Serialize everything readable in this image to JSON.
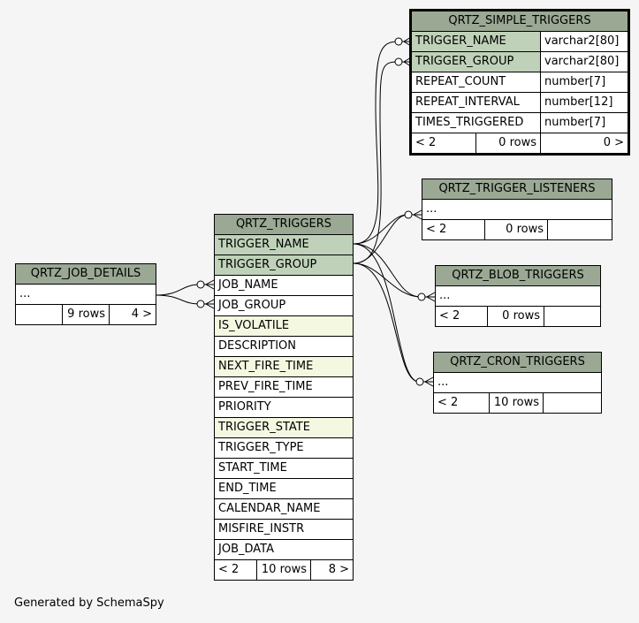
{
  "caption": "Generated by SchemaSpy",
  "tables": {
    "simple": {
      "name": "QRTZ_SIMPLE_TRIGGERS",
      "columns": [
        {
          "name": "TRIGGER_NAME",
          "type": "varchar2[80]"
        },
        {
          "name": "TRIGGER_GROUP",
          "type": "varchar2[80]"
        },
        {
          "name": "REPEAT_COUNT",
          "type": "number[7]"
        },
        {
          "name": "REPEAT_INTERVAL",
          "type": "number[12]"
        },
        {
          "name": "TIMES_TRIGGERED",
          "type": "number[7]"
        }
      ],
      "footer": {
        "parents": "< 2",
        "rows": "0 rows",
        "children": "0 >"
      }
    },
    "listeners": {
      "name": "QRTZ_TRIGGER_LISTENERS",
      "ellipsis": "...",
      "footer": {
        "parents": "< 2",
        "rows": "0 rows",
        "children": ""
      }
    },
    "blob": {
      "name": "QRTZ_BLOB_TRIGGERS",
      "ellipsis": "...",
      "footer": {
        "parents": "< 2",
        "rows": "0 rows",
        "children": ""
      }
    },
    "cron": {
      "name": "QRTZ_CRON_TRIGGERS",
      "ellipsis": "...",
      "footer": {
        "parents": "< 2",
        "rows": "10 rows",
        "children": ""
      }
    },
    "job": {
      "name": "QRTZ_JOB_DETAILS",
      "ellipsis": "...",
      "footer": {
        "parents": "",
        "rows": "9 rows",
        "children": "4 >"
      }
    },
    "triggers": {
      "name": "QRTZ_TRIGGERS",
      "columns": [
        "TRIGGER_NAME",
        "TRIGGER_GROUP",
        "JOB_NAME",
        "JOB_GROUP",
        "IS_VOLATILE",
        "DESCRIPTION",
        "NEXT_FIRE_TIME",
        "PREV_FIRE_TIME",
        "PRIORITY",
        "TRIGGER_STATE",
        "TRIGGER_TYPE",
        "START_TIME",
        "END_TIME",
        "CALENDAR_NAME",
        "MISFIRE_INSTR",
        "JOB_DATA"
      ],
      "footer": {
        "parents": "< 2",
        "rows": "10 rows",
        "children": "8 >"
      }
    }
  },
  "colors": {
    "header": "#9aa894",
    "primary_key": "#bfd2b9",
    "indexed": "#f5f8e1",
    "background": "#f5f5f5"
  }
}
